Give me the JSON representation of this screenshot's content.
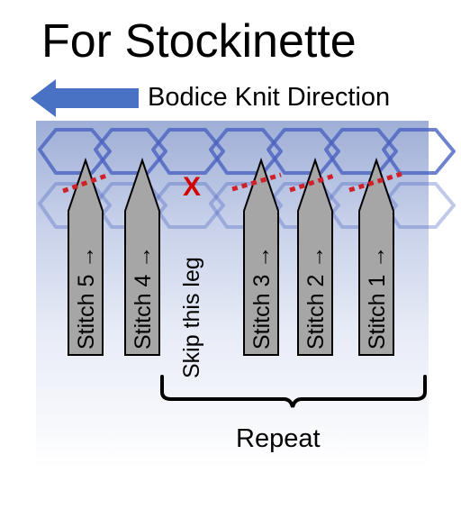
{
  "title": "For Stockinette",
  "direction_label": "Bodice Knit Direction",
  "skip_label": "Skip this leg",
  "skip_marker": "X",
  "repeat_label": "Repeat",
  "stitches": [
    {
      "label": "Stitch 5 →"
    },
    {
      "label": "Stitch 4 →"
    },
    {
      "label": "Stitch 3 →"
    },
    {
      "label": "Stitch 2 →"
    },
    {
      "label": "Stitch 1 →"
    }
  ],
  "colors": {
    "arrow": "#4a72c4",
    "loops": "#4a63c0",
    "needle_fill": "#a6a6a6",
    "dashed_line": "#d0202a",
    "x_mark": "#d40000"
  }
}
